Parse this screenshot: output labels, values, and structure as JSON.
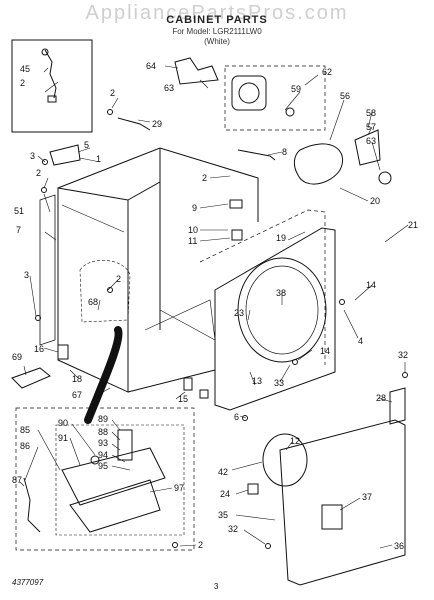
{
  "header": {
    "watermark": "AppliancePartsPros.com",
    "title": "CABINET PARTS",
    "model_line": "For Model: LGR2111LW0",
    "variant": "(White)"
  },
  "footer": {
    "doc_code": "4377097",
    "page_number": "3"
  },
  "callouts": {
    "c45": "45",
    "c2a": "2",
    "c64": "64",
    "c63a": "63",
    "c62": "62",
    "c59": "59",
    "c56": "56",
    "c2b": "2",
    "c29": "29",
    "c5": "5",
    "c1": "1",
    "c3a": "3",
    "c2c": "2",
    "c51": "51",
    "c8": "8",
    "c58": "58",
    "c57": "57",
    "c63b": "63",
    "c2d": "2",
    "c9": "9",
    "c20": "20",
    "c7": "7",
    "c10": "10",
    "c11": "11",
    "c19": "19",
    "c21": "21",
    "c2e": "2",
    "c3b": "3",
    "c68": "68",
    "c38": "38",
    "c14a": "14",
    "c23": "23",
    "c4": "4",
    "c16": "16",
    "c69": "69",
    "c18": "18",
    "c13": "13",
    "c33": "33",
    "c14b": "14",
    "c32a": "32",
    "c67": "67",
    "c15": "15",
    "c28": "28",
    "c6": "6",
    "c90": "90",
    "c89": "89",
    "c88": "88",
    "c85": "85",
    "c91": "91",
    "c93": "93",
    "c86": "86",
    "c94": "94",
    "c95": "95",
    "c12": "12",
    "c42": "42",
    "c97": "97",
    "c87": "87",
    "c24": "24",
    "c37": "37",
    "c35": "35",
    "c2f": "2",
    "c32b": "32",
    "c36": "36"
  }
}
